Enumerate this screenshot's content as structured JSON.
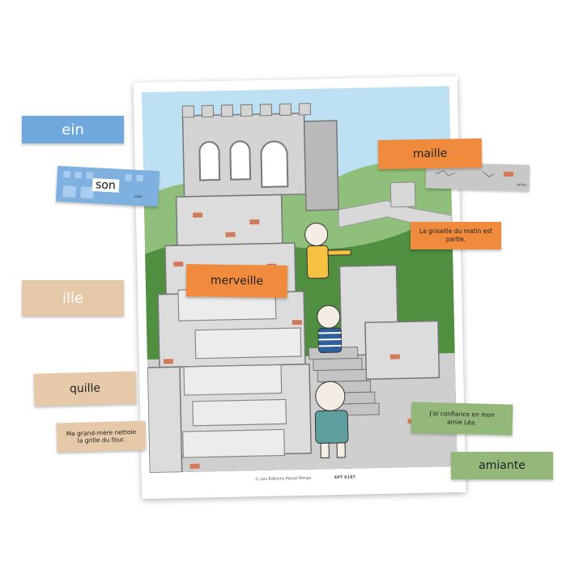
{
  "cards": {
    "ein": "ein",
    "son": "son",
    "son_small": "soleil",
    "ille": "ille",
    "quille": "quille",
    "sentence_grandmere": "Ma grand-mère nettoie la grille du four.",
    "maille": "maille",
    "maille_small": "caillou",
    "sentence_grisaille": "La grisaille du matin est partie.",
    "merveille": "merveille",
    "sentence_confiance": "J'ai confiance en mon amie Léa.",
    "amiante": "amiante"
  },
  "poster": {
    "credit": "© Les Éditions Passe-Temps",
    "code": "EPT 6187"
  },
  "colors": {
    "blue": "#6fa8dc",
    "tan": "#e6c9a8",
    "orange": "#f08a3c",
    "green": "#93b87a",
    "gray": "#c8c8c8",
    "sky": "#bcdff0"
  }
}
